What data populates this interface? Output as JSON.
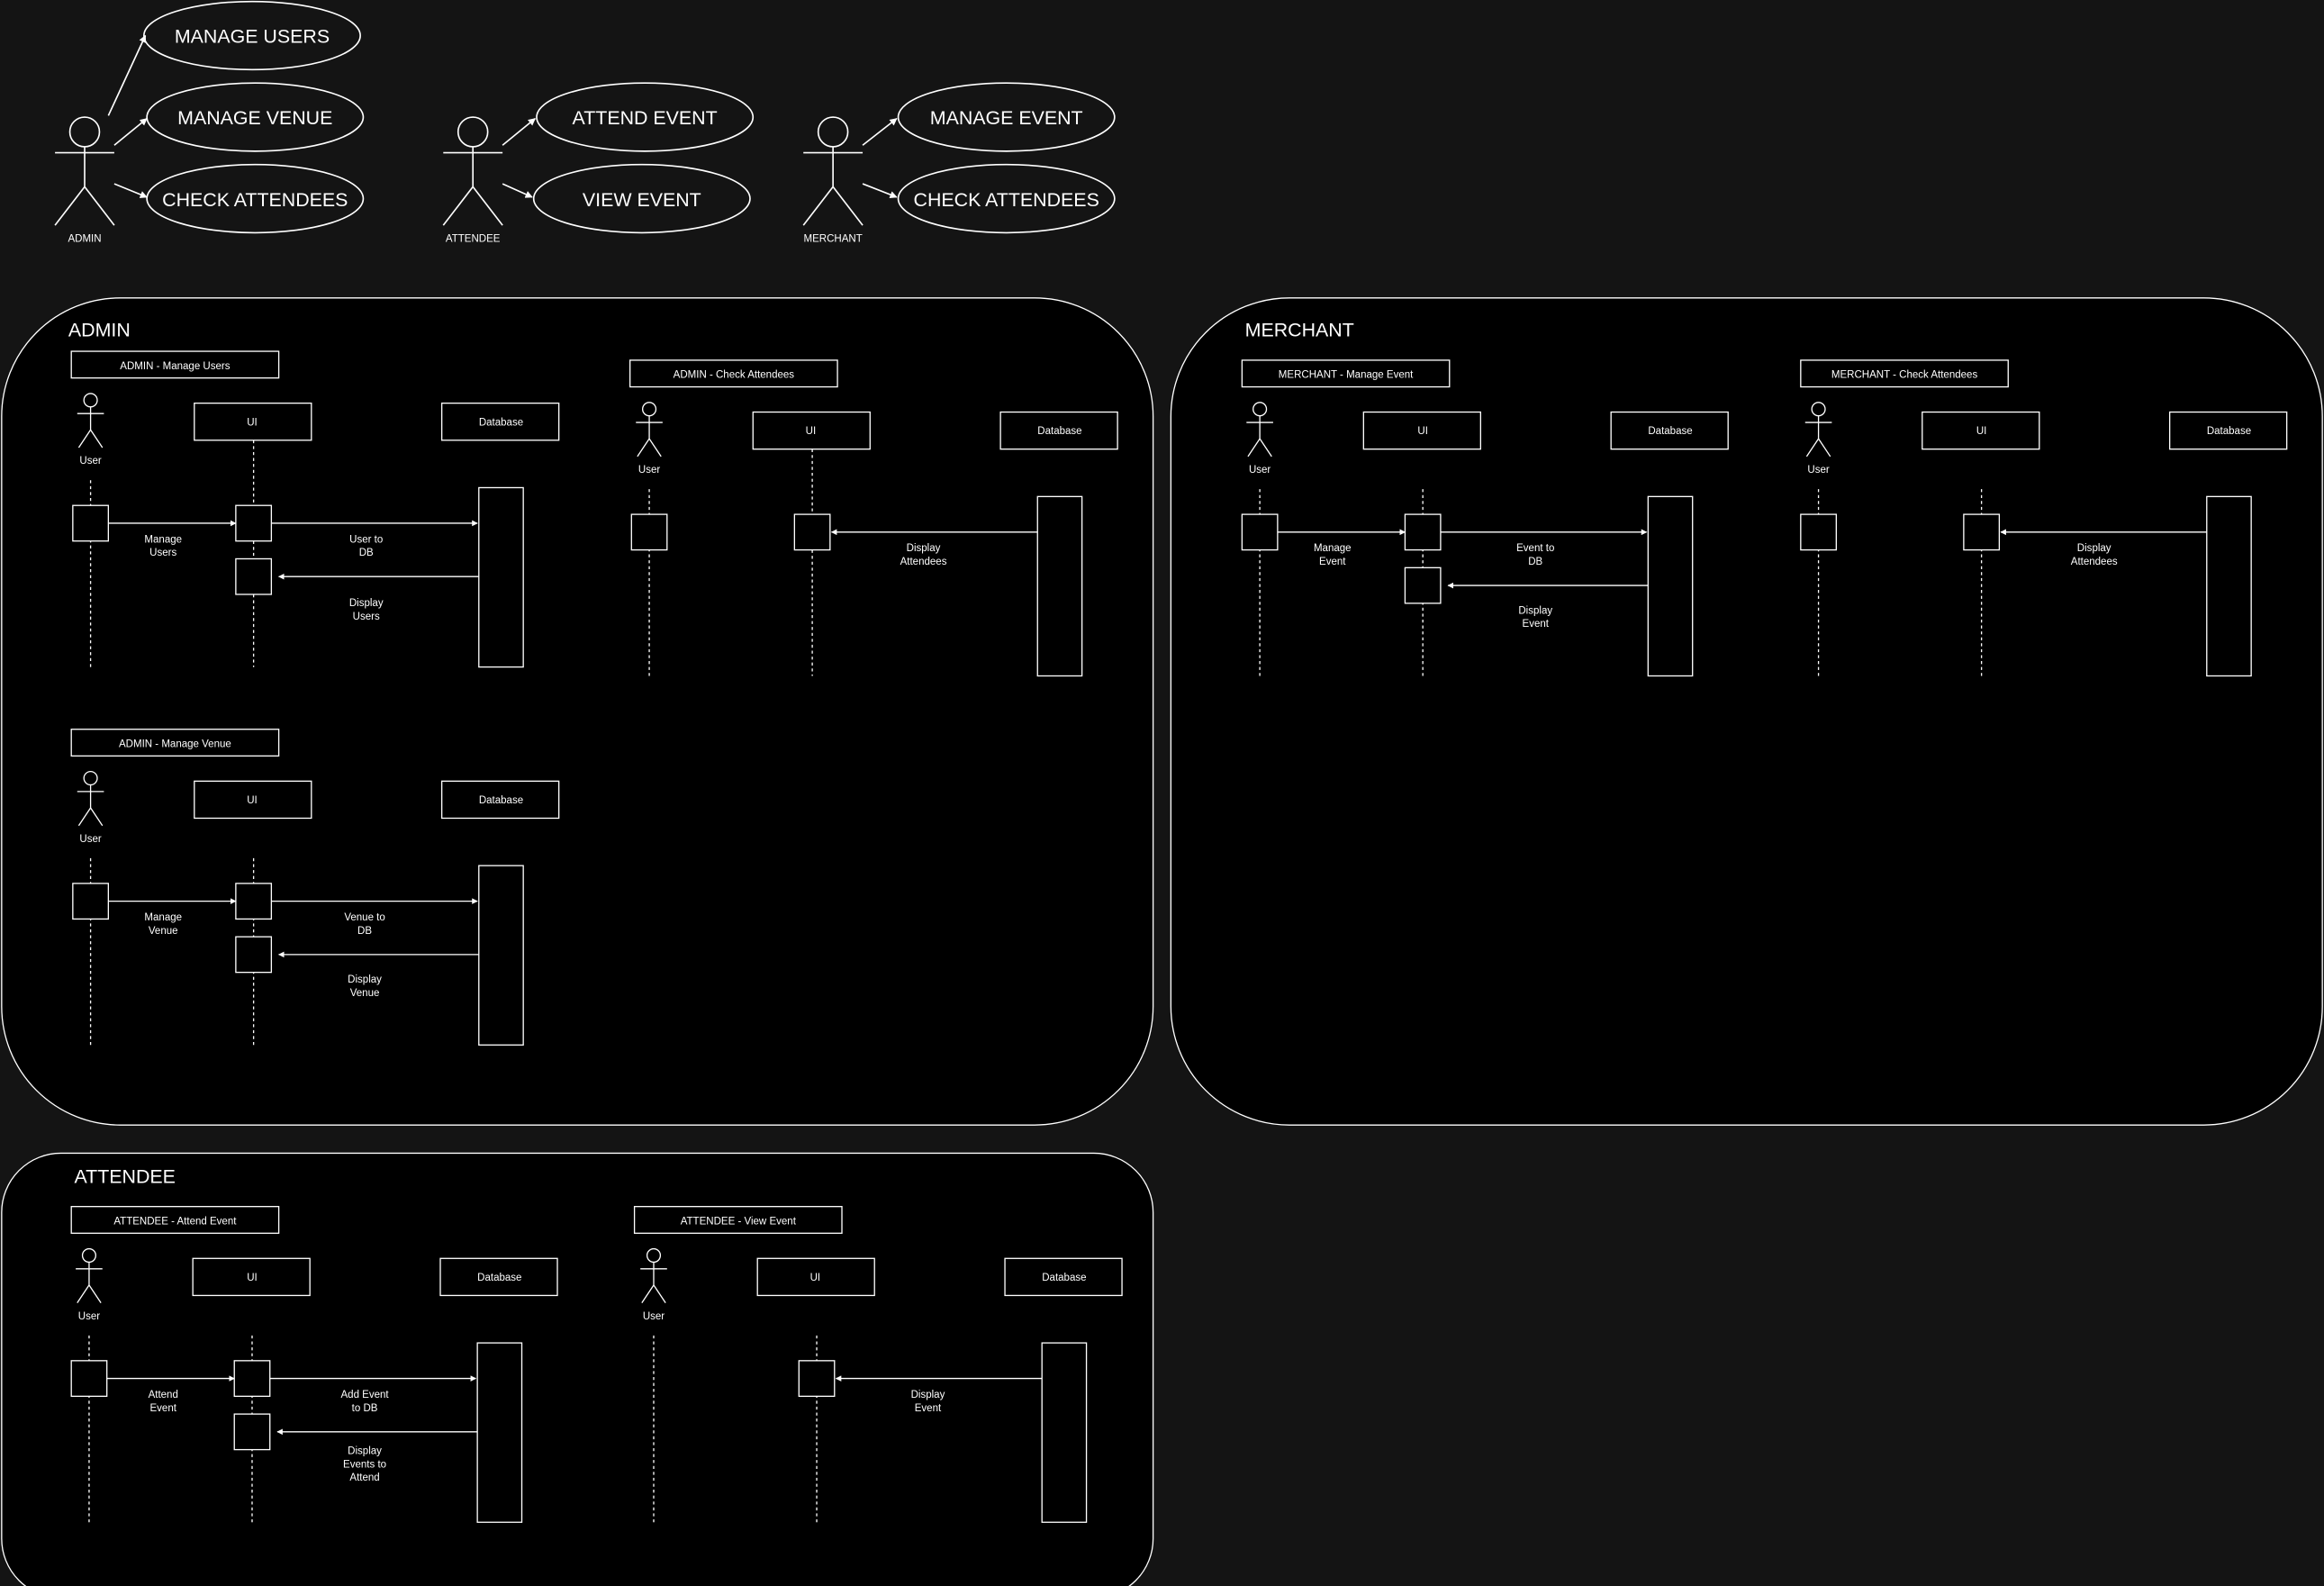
{
  "use_cases": {
    "admin": {
      "label": "ADMIN",
      "cases": [
        "MANAGE USERS",
        "MANAGE VENUE",
        "CHECK ATTENDEES"
      ]
    },
    "attendee": {
      "label": "ATTENDEE",
      "cases": [
        "ATTEND EVENT",
        "VIEW EVENT"
      ]
    },
    "merchant": {
      "label": "MERCHANT",
      "cases": [
        "MANAGE EVENT",
        "CHECK ATTENDEES"
      ]
    }
  },
  "panels": {
    "admin": {
      "title": "ADMIN",
      "d1": {
        "title": "ADMIN - Manage Users",
        "user": "User",
        "ui": "UI",
        "db": "Database",
        "m1": [
          "Manage",
          "Users"
        ],
        "m2": [
          "User to",
          "DB"
        ],
        "m3": [
          "Display",
          "Users"
        ]
      },
      "d2": {
        "title": "ADMIN - Check Attendees",
        "user": "User",
        "ui": "UI",
        "db": "Database",
        "m1": [
          "Display",
          "Attendees"
        ]
      },
      "d3": {
        "title": "ADMIN - Manage Venue",
        "user": "User",
        "ui": "UI",
        "db": "Database",
        "m1": [
          "Manage",
          "Venue"
        ],
        "m2": [
          "Venue to",
          "DB"
        ],
        "m3": [
          "Display",
          "Venue"
        ]
      }
    },
    "merchant": {
      "title": "MERCHANT",
      "d1": {
        "title": "MERCHANT - Manage Event",
        "user": "User",
        "ui": "UI",
        "db": "Database",
        "m1": [
          "Manage",
          "Event"
        ],
        "m2": [
          "Event to",
          "DB"
        ],
        "m3": [
          "Display",
          "Event"
        ]
      },
      "d2": {
        "title": "MERCHANT - Check Attendees",
        "user": "User",
        "ui": "UI",
        "db": "Database",
        "m1": [
          "Display",
          "Attendees"
        ]
      }
    },
    "attendee": {
      "title": "ATTENDEE",
      "d1": {
        "title": "ATTENDEE - Attend Event",
        "user": "User",
        "ui": "UI",
        "db": "Database",
        "m1": [
          "Attend",
          "Event"
        ],
        "m2": [
          "Add Event",
          "to DB"
        ],
        "m3": [
          "Display",
          "Events to",
          "Attend"
        ]
      },
      "d2": {
        "title": "ATTENDEE - View Event",
        "user": "User",
        "ui": "UI",
        "db": "Database",
        "m1": [
          "Display",
          "Event"
        ]
      }
    }
  }
}
